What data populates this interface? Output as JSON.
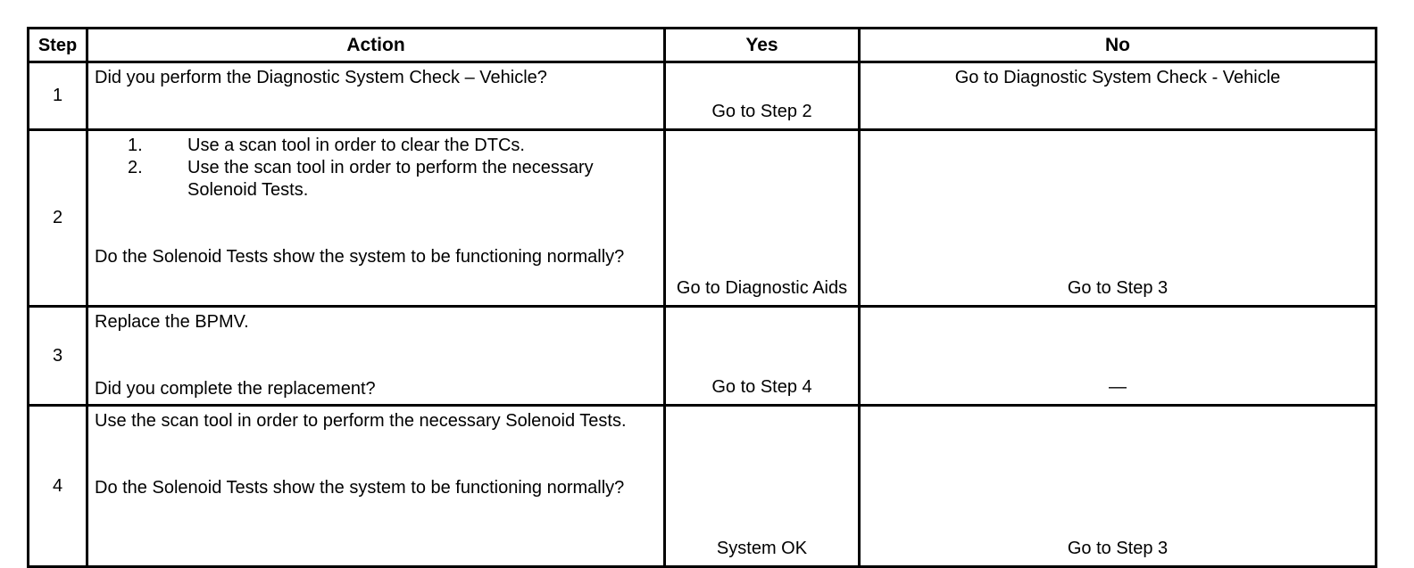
{
  "table": {
    "headers": {
      "step": "Step",
      "action": "Action",
      "yes": "Yes",
      "no": "No"
    },
    "rows": [
      {
        "step": "1",
        "action_lines": [
          "Did you perform the Diagnostic System Check – Vehicle?"
        ],
        "yes": "Go to Step 2",
        "no": "Go to Diagnostic System Check - Vehicle",
        "no_align": "top"
      },
      {
        "step": "2",
        "list": [
          {
            "num": "1.",
            "text": "Use a scan tool in order to clear the DTCs."
          },
          {
            "num": "2.",
            "text": "Use the scan tool in order to perform the necessary Solenoid Tests."
          }
        ],
        "question": "Do the Solenoid Tests show the system to be functioning normally?",
        "yes": "Go to Diagnostic Aids",
        "no": "Go to Step 3",
        "no_align": "bottom"
      },
      {
        "step": "3",
        "statement": "Replace the BPMV.",
        "question": "Did you complete the replacement?",
        "yes": "Go to Step 4",
        "no": "—",
        "no_align": "bottom"
      },
      {
        "step": "4",
        "statement": "Use the scan tool in order to perform the necessary Solenoid Tests.",
        "question": "Do the Solenoid Tests show the system to be functioning normally?",
        "yes": "System OK",
        "no": "Go to Step 3",
        "no_align": "bottom"
      }
    ]
  },
  "colors": {
    "border": "#000000",
    "text": "#000000",
    "background": "#ffffff"
  }
}
